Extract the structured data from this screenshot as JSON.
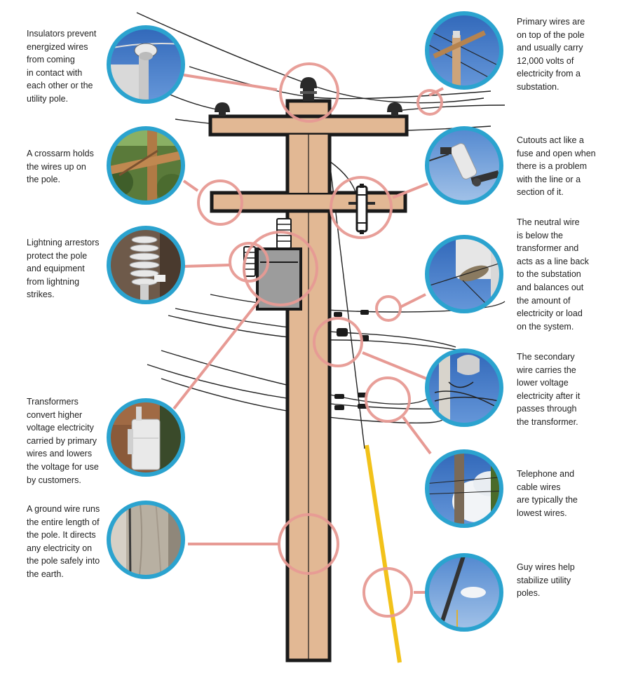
{
  "colors": {
    "pole_fill": "#e2b894",
    "pole_outline": "#1a1a1a",
    "callout_ring": "#e79a94",
    "photo_border": "#2ba3cf",
    "guy_wire": "#f2c21a",
    "transformer": "#9a9a9a",
    "sky": "#3f78c7"
  },
  "callouts": {
    "insulators": "Insulators prevent\nenergized wires\nfrom coming\nin contact with\neach other or the\nutility pole.",
    "crossarm": "A crossarm holds\nthe wires up on\nthe pole.",
    "arrestors": "Lightning arrestors\nprotect the pole\nand equipment\nfrom lightning\nstrikes.",
    "transformers": "Transformers\nconvert higher\nvoltage electricity\ncarried by primary\nwires and lowers\nthe voltage for use\nby customers.",
    "ground": "A ground wire runs\nthe entire length of\nthe pole. It directs\nany electricity on\nthe pole safely into\nthe earth.",
    "primary": "Primary wires are\non top of the pole\nand usually carry\n12,000 volts of\nelectricity from a\nsubstation.",
    "cutouts": "Cutouts act like a\nfuse and open when\nthere is a problem\nwith the line or a\nsection of it.",
    "neutral": "The neutral wire\nis below the\ntransformer and\nacts as a line back\nto the substation\nand balances out\nthe amount of\nelectricity or load\non the system.",
    "secondary": "The secondary\nwire carries the\nlower voltage\nelectricity after it\npasses through\nthe transformer.",
    "telephone": "Telephone and\ncable wires\nare typically the\nlowest wires.",
    "guy": "Guy wires help\nstabilize utility\npoles."
  },
  "photo_icons": {
    "insulators": "insulator-photo-icon",
    "crossarm": "crossarm-photo-icon",
    "arrestors": "lightning-arrestor-photo-icon",
    "transformers": "transformer-photo-icon",
    "ground": "ground-wire-photo-icon",
    "primary": "primary-wire-photo-icon",
    "cutouts": "cutout-photo-icon",
    "neutral": "neutral-wire-photo-icon",
    "secondary": "secondary-wire-photo-icon",
    "telephone": "telephone-wire-photo-icon",
    "guy": "guy-wire-photo-icon"
  }
}
